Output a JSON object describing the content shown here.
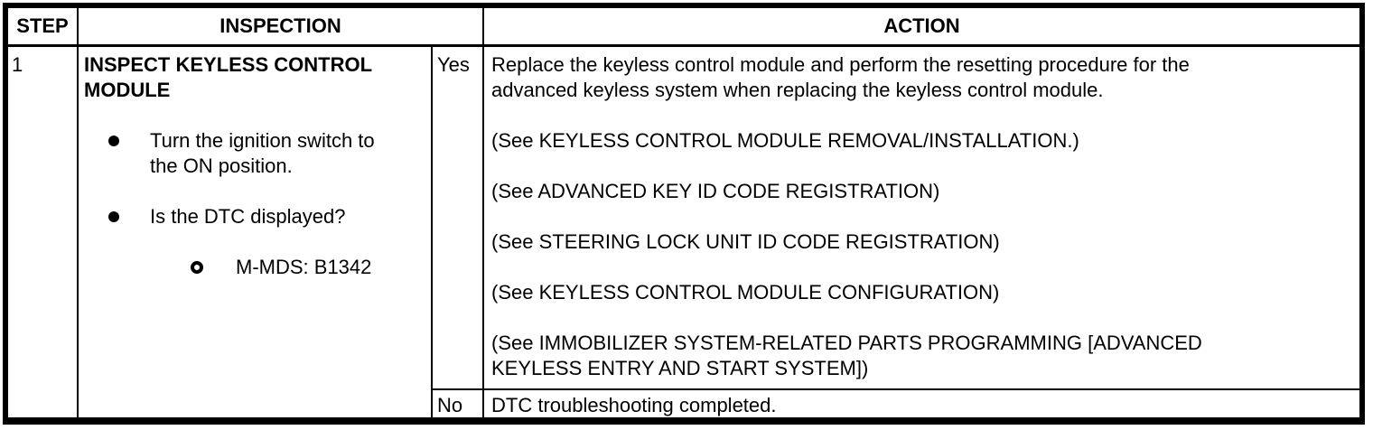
{
  "colors": {
    "border": "#000000",
    "text": "#000000",
    "background": "#ffffff"
  },
  "table": {
    "headers": {
      "step": "STEP",
      "inspection": "INSPECTION",
      "action": "ACTION"
    },
    "rows": [
      {
        "step": "1",
        "inspection": {
          "title": "INSPECT KEYLESS CONTROL\nMODULE",
          "bullets": [
            {
              "text": "Turn the ignition switch to\nthe ON position."
            },
            {
              "text": "Is the DTC displayed?"
            }
          ],
          "sub_bullets": [
            {
              "text": "M-MDS: B1342"
            }
          ]
        },
        "branches": [
          {
            "answer": "Yes",
            "action_paragraphs": [
              "Replace the keyless control module and perform the resetting procedure for the\nadvanced keyless system when replacing the keyless control module.",
              "(See KEYLESS CONTROL MODULE REMOVAL/INSTALLATION.)",
              "(See ADVANCED KEY ID CODE REGISTRATION)",
              "(See STEERING LOCK UNIT ID CODE REGISTRATION)",
              "(See KEYLESS CONTROL MODULE CONFIGURATION)",
              "(See IMMOBILIZER SYSTEM-RELATED PARTS PROGRAMMING [ADVANCED\nKEYLESS ENTRY AND START SYSTEM])"
            ]
          },
          {
            "answer": "No",
            "action_paragraphs": [
              "DTC troubleshooting completed."
            ]
          }
        ]
      }
    ]
  }
}
